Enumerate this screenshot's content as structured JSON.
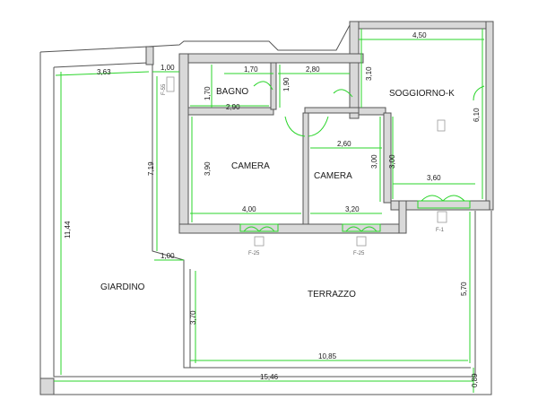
{
  "rooms": {
    "bagno": "BAGNO",
    "soggiorno": "SOGGIORNO-K",
    "camera1": "CAMERA",
    "camera2": "CAMERA",
    "giardino": "GIARDINO",
    "terrazzo": "TERRAZZO"
  },
  "dims": {
    "d363": "3,63",
    "d100a": "1,00",
    "d170a": "1,70",
    "d280": "2,80",
    "d310": "3,10",
    "d450": "4,50",
    "d170b": "1,70",
    "d190": "1,90",
    "d290": "2,90",
    "d610": "6,10",
    "d260": "2,60",
    "d719": "7,19",
    "d390": "3,90",
    "d300a": "3,00",
    "d300b": "3,00",
    "d360": "3,60",
    "d1144": "11,44",
    "d400": "4,00",
    "d320": "3,20",
    "d100b": "1,00",
    "d570": "5,70",
    "d370": "3,70",
    "d1085": "10,85",
    "d1546": "15,46",
    "d089": "0,89"
  },
  "tags": {
    "f25a": "F-25",
    "f25b": "F-25",
    "f1": "F-1",
    "f55": "F-55"
  }
}
